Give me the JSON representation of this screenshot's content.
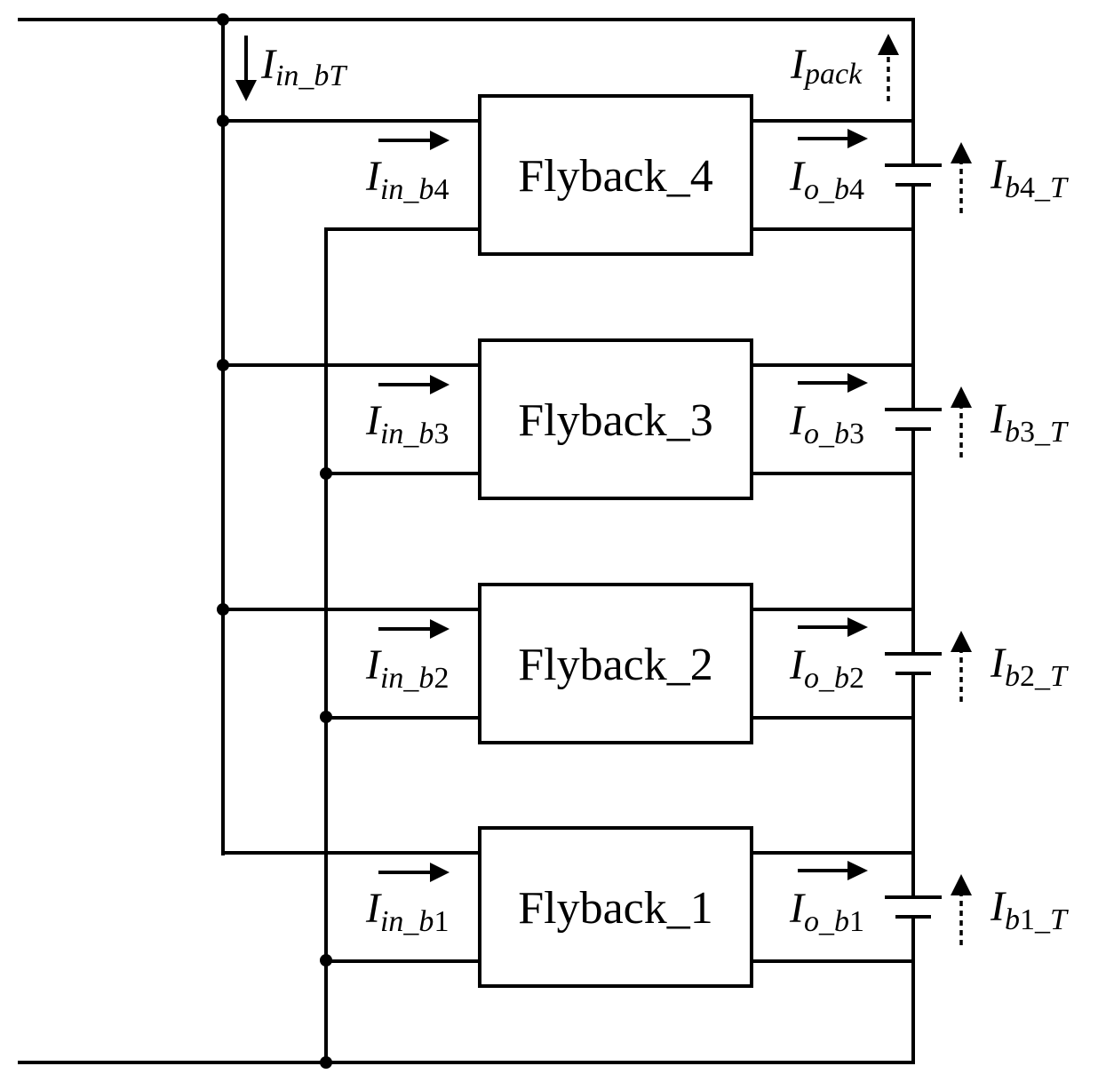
{
  "diagram": {
    "top_current": {
      "main": "I",
      "sub": "in_bT"
    },
    "pack_current": {
      "main": "I",
      "sub": "pack"
    },
    "converters": [
      {
        "id": 4,
        "label": "Flyback_4",
        "in_current": {
          "main": "I",
          "sub_italic": "in_b",
          "sub_num": "4"
        },
        "out_current": {
          "main": "I",
          "sub_italic": "o_b",
          "sub_num": "4"
        },
        "bat_current": {
          "main": "I",
          "sub_b": "b",
          "sub_num": "4",
          "sub_t": "_T"
        }
      },
      {
        "id": 3,
        "label": "Flyback_3",
        "in_current": {
          "main": "I",
          "sub_italic": "in_b",
          "sub_num": "3"
        },
        "out_current": {
          "main": "I",
          "sub_italic": "o_b",
          "sub_num": "3"
        },
        "bat_current": {
          "main": "I",
          "sub_b": "b",
          "sub_num": "3",
          "sub_t": "_T"
        }
      },
      {
        "id": 2,
        "label": "Flyback_2",
        "in_current": {
          "main": "I",
          "sub_italic": "in_b",
          "sub_num": "2"
        },
        "out_current": {
          "main": "I",
          "sub_italic": "o_b",
          "sub_num": "2"
        },
        "bat_current": {
          "main": "I",
          "sub_b": "b",
          "sub_num": "2",
          "sub_t": "_T"
        }
      },
      {
        "id": 1,
        "label": "Flyback_1",
        "in_current": {
          "main": "I",
          "sub_italic": "in_b",
          "sub_num": "1"
        },
        "out_current": {
          "main": "I",
          "sub_italic": "o_b",
          "sub_num": "1"
        },
        "bat_current": {
          "main": "I",
          "sub_b": "b",
          "sub_num": "1",
          "sub_t": "_T"
        }
      }
    ]
  }
}
